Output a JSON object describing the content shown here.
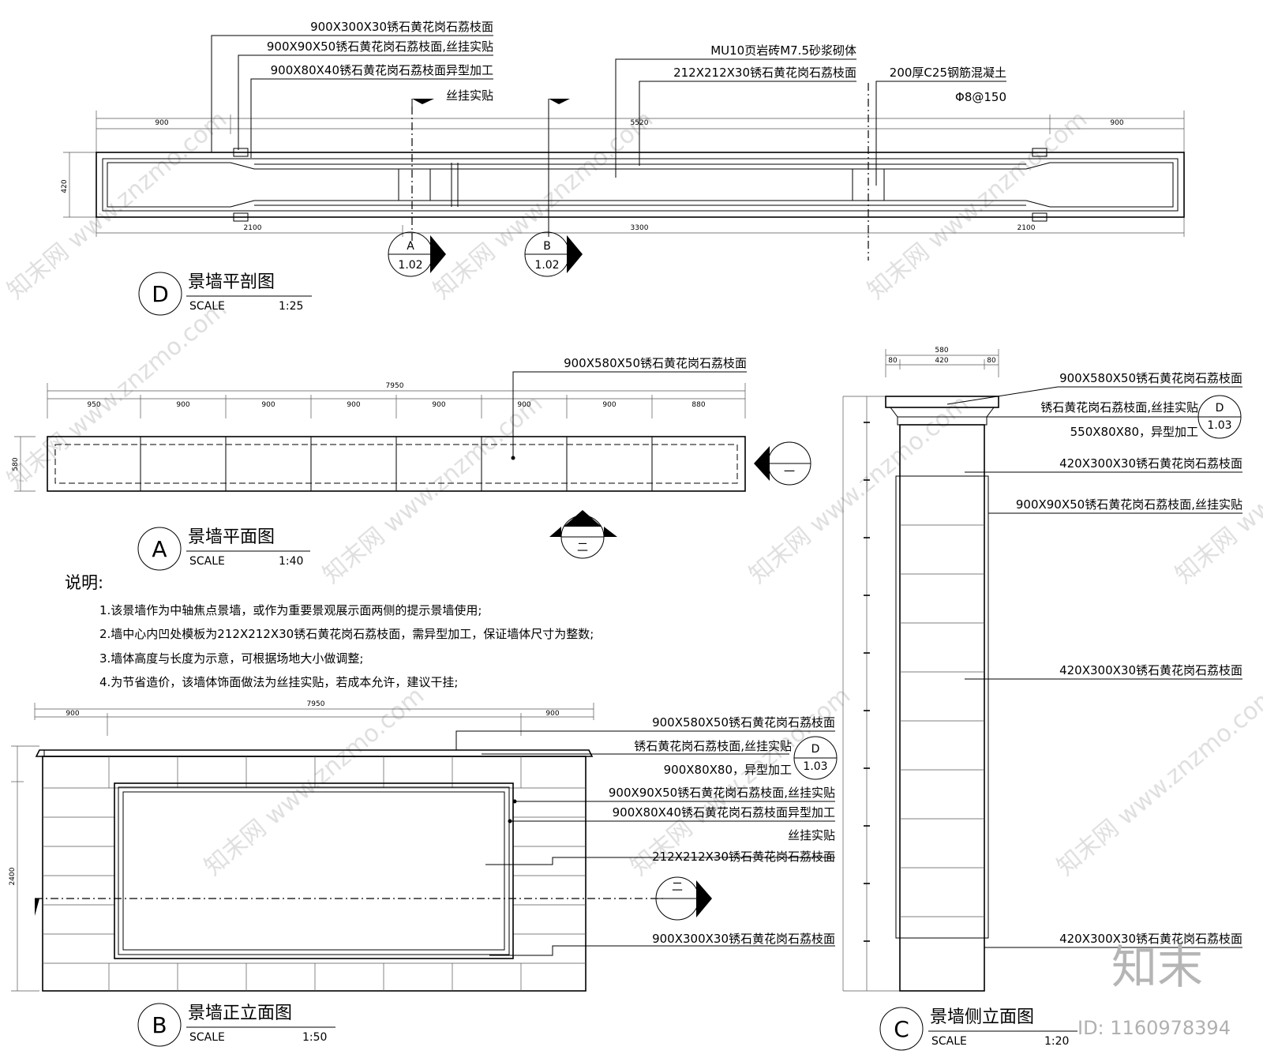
{
  "watermarks": {
    "site": "知末网 www.znzmo.com",
    "brand": "知末",
    "id": "ID: 1160978394"
  },
  "plan_section": {
    "title": "景墙平剖图",
    "marker": "D",
    "scale_label": "SCALE",
    "scale_value": "1:25",
    "labels": {
      "l1": "900X300X30锈石黄花岗石荔枝面",
      "l2": "900X90X50锈石黄花岗石荔枝面,丝挂实贴",
      "l3": "900X80X40锈石黄花岗石荔枝面异型加工",
      "l3b": "丝挂实贴",
      "r1": "MU10页岩砖M7.5砂浆砌体",
      "r2": "212X212X30锈石黄花岗石荔枝面",
      "r3": "200厚C25钢筋混凝土",
      "r3b": "Φ8@150"
    },
    "dims": {
      "top_left": "900",
      "top_mid": "5520",
      "top_right": "900",
      "bottom_left": "2100",
      "bottom_mid": "3300",
      "bottom_right": "2100",
      "side": "420"
    },
    "sections": [
      {
        "letter": "A",
        "sheet": "1.02"
      },
      {
        "letter": "B",
        "sheet": "1.02"
      }
    ]
  },
  "plan_view": {
    "title": "景墙平面图",
    "marker": "A",
    "scale_label": "SCALE",
    "scale_value": "1:40",
    "label": "900X580X50锈石黄花岗石荔枝面",
    "dim_total": "7950",
    "dims": [
      "950",
      "900",
      "900",
      "900",
      "900",
      "900",
      "900",
      "880"
    ],
    "dim_side": "580",
    "section_marks": [
      "一",
      "二"
    ]
  },
  "notes": {
    "title": "说明:",
    "items": [
      "1.该景墙作为中轴焦点景墙，或作为重要景观展示面两侧的提示景墙使用;",
      "2.墙中心内凹处模板为212X212X30锈石黄花岗石荔枝面，需异型加工，保证墙体尺寸为整数;",
      "3.墙体高度与长度为示意，可根据场地大小做调整;",
      "4.为节省造价，该墙体饰面做法为丝挂实贴，若成本允许，建议干挂;"
    ]
  },
  "front_elevation": {
    "title": "景墙正立面图",
    "marker": "B",
    "scale_label": "SCALE",
    "scale_value": "1:50",
    "labels": [
      "900X580X50锈石黄花岗石荔枝面",
      "锈石黄花岗石荔枝面,丝挂实贴",
      "900X80X80，异型加工",
      "900X90X50锈石黄花岗石荔枝面,丝挂实贴",
      "900X80X40锈石黄花岗石荔枝面异型加工",
      "丝挂实贴",
      "212X212X30锈石黄花岗石荔枝面",
      "900X300X30锈石黄花岗石荔枝面"
    ],
    "detail_ref": {
      "letter": "D",
      "sheet": "1.03"
    },
    "section_mark": "二",
    "dims": {
      "total": "7950",
      "left": "900",
      "right": "900",
      "side": "2400"
    }
  },
  "side_elevation": {
    "title": "景墙侧立面图",
    "marker": "C",
    "scale_label": "SCALE",
    "scale_value": "1:20",
    "labels": [
      "900X580X50锈石黄花岗石荔枝面",
      "锈石黄花岗石荔枝面,丝挂实贴",
      "550X80X80，异型加工",
      "420X300X30锈石黄花岗石荔枝面",
      "900X90X50锈石黄花岗石荔枝面,丝挂实贴",
      "420X300X30锈石黄花岗石荔枝面",
      "420X300X30锈石黄花岗石荔枝面"
    ],
    "detail_ref": {
      "letter": "D",
      "sheet": "1.03"
    },
    "dims": {
      "top": "580",
      "mid": "420",
      "left_off": "80",
      "right_off": "80"
    }
  }
}
